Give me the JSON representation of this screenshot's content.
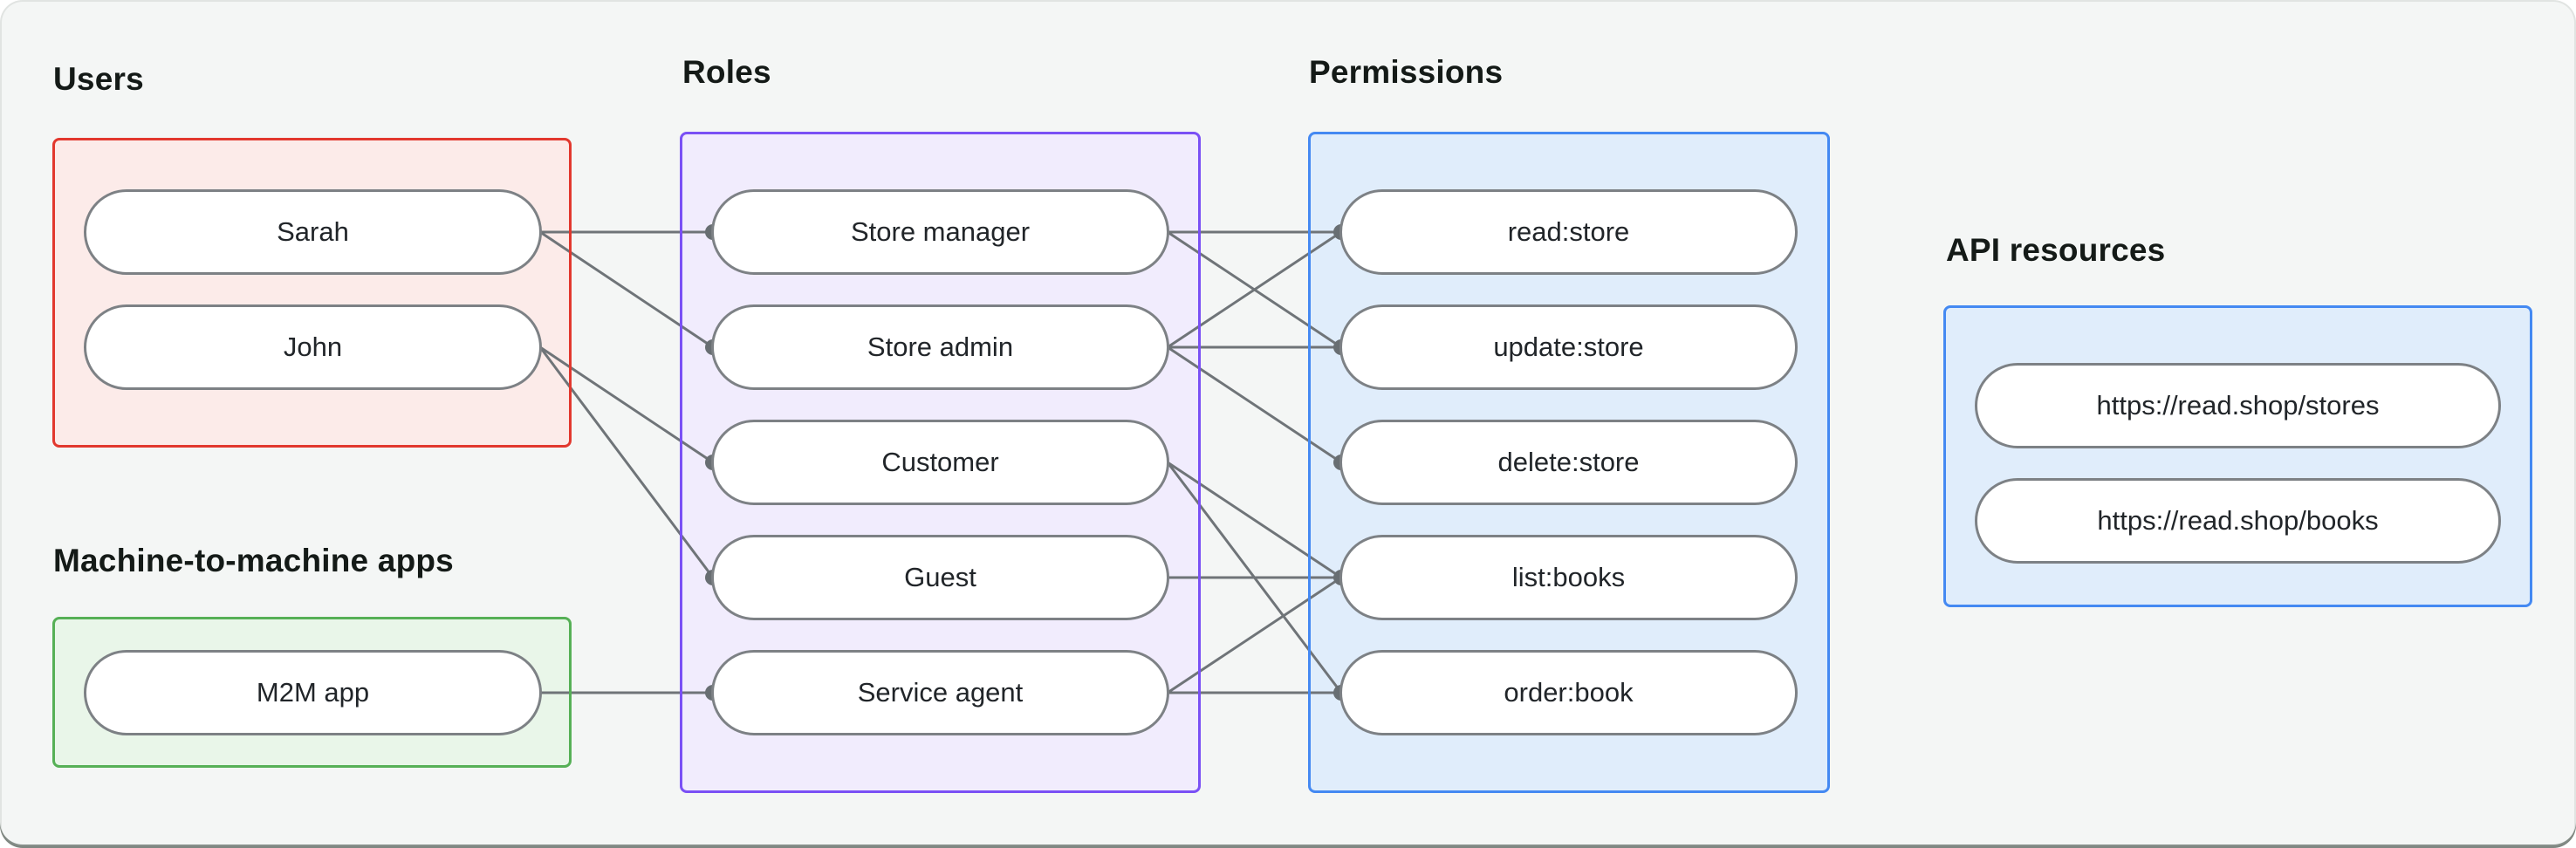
{
  "page": {
    "background": "#f4f6f5",
    "line_color": "#6f7478",
    "dot_color": "#686e72",
    "node_border_color": "#7d8185",
    "node_fill_color": "#ffffff"
  },
  "groups": {
    "users": {
      "label": "Users",
      "border_color": "#e2382e",
      "fill_color": "#fcebe9"
    },
    "m2m": {
      "label": "Machine-to-machine apps",
      "border_color": "#56b056",
      "fill_color": "#e9f6e9"
    },
    "roles": {
      "label": "Roles",
      "border_color": "#7a50f5",
      "fill_color": "#f1ecfd"
    },
    "permissions": {
      "label": "Permissions",
      "border_color": "#4489f2",
      "fill_color": "#e0edfb"
    },
    "api": {
      "label": "API resources",
      "border_color": "#4489f2",
      "fill_color": "#e0edfb"
    }
  },
  "nodes": {
    "sarah": "Sarah",
    "john": "John",
    "m2m_app": "M2M app",
    "store_manager": "Store manager",
    "store_admin": "Store admin",
    "customer": "Customer",
    "guest": "Guest",
    "service_agent": "Service agent",
    "read_store": "read:store",
    "update_store": "update:store",
    "delete_store": "delete:store",
    "list_books": "list:books",
    "order_book": "order:book",
    "api_stores": "https://read.shop/stores",
    "api_books": "https://read.shop/books"
  },
  "edges": [
    [
      "sarah",
      "store_manager"
    ],
    [
      "sarah",
      "store_admin"
    ],
    [
      "john",
      "customer"
    ],
    [
      "john",
      "guest"
    ],
    [
      "m2m_app",
      "service_agent"
    ],
    [
      "store_manager",
      "read_store"
    ],
    [
      "store_manager",
      "update_store"
    ],
    [
      "store_admin",
      "read_store"
    ],
    [
      "store_admin",
      "update_store"
    ],
    [
      "store_admin",
      "delete_store"
    ],
    [
      "customer",
      "list_books"
    ],
    [
      "customer",
      "order_book"
    ],
    [
      "guest",
      "list_books"
    ],
    [
      "service_agent",
      "list_books"
    ],
    [
      "service_agent",
      "order_book"
    ]
  ]
}
